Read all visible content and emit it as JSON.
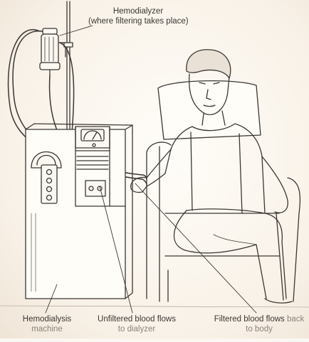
{
  "labels": {
    "hemodialyzer_title": "Hemodialyzer",
    "hemodialyzer_note": "(where filtering takes place)",
    "machine_line1": "Hemodialysis",
    "machine_line2": "machine",
    "unfiltered_line1": "Unfiltered blood flows",
    "unfiltered_line2": "to dialyzer",
    "filtered_line1_dark": "Filtered blood flows",
    "filtered_line1_light": "back",
    "filtered_line2": "to body"
  },
  "colors": {
    "ink": "#3b3733",
    "muted_text": "#8a837b",
    "background": "#fbf7f1"
  }
}
